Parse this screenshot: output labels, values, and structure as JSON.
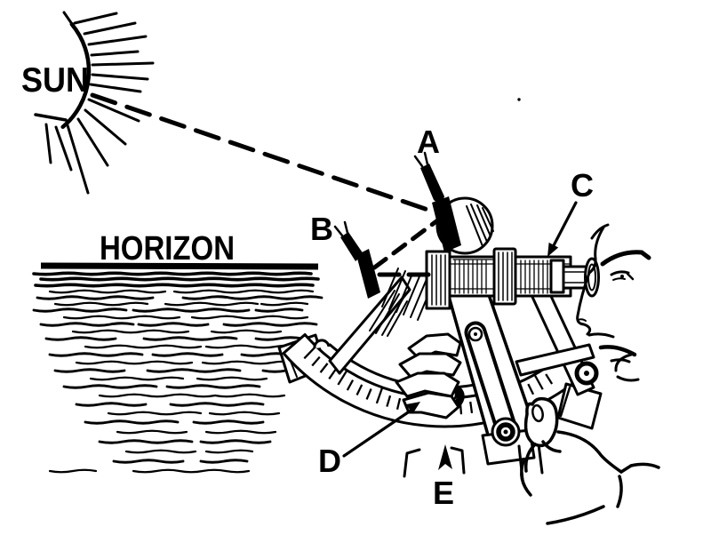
{
  "figure": {
    "sun_label": "SUN",
    "horizon_label": "HORIZON",
    "part_labels": {
      "a": "A",
      "b": "B",
      "c": "C",
      "d": "D",
      "e": "E"
    },
    "colors": {
      "ink": "#000000",
      "paper": "#ffffff"
    }
  }
}
